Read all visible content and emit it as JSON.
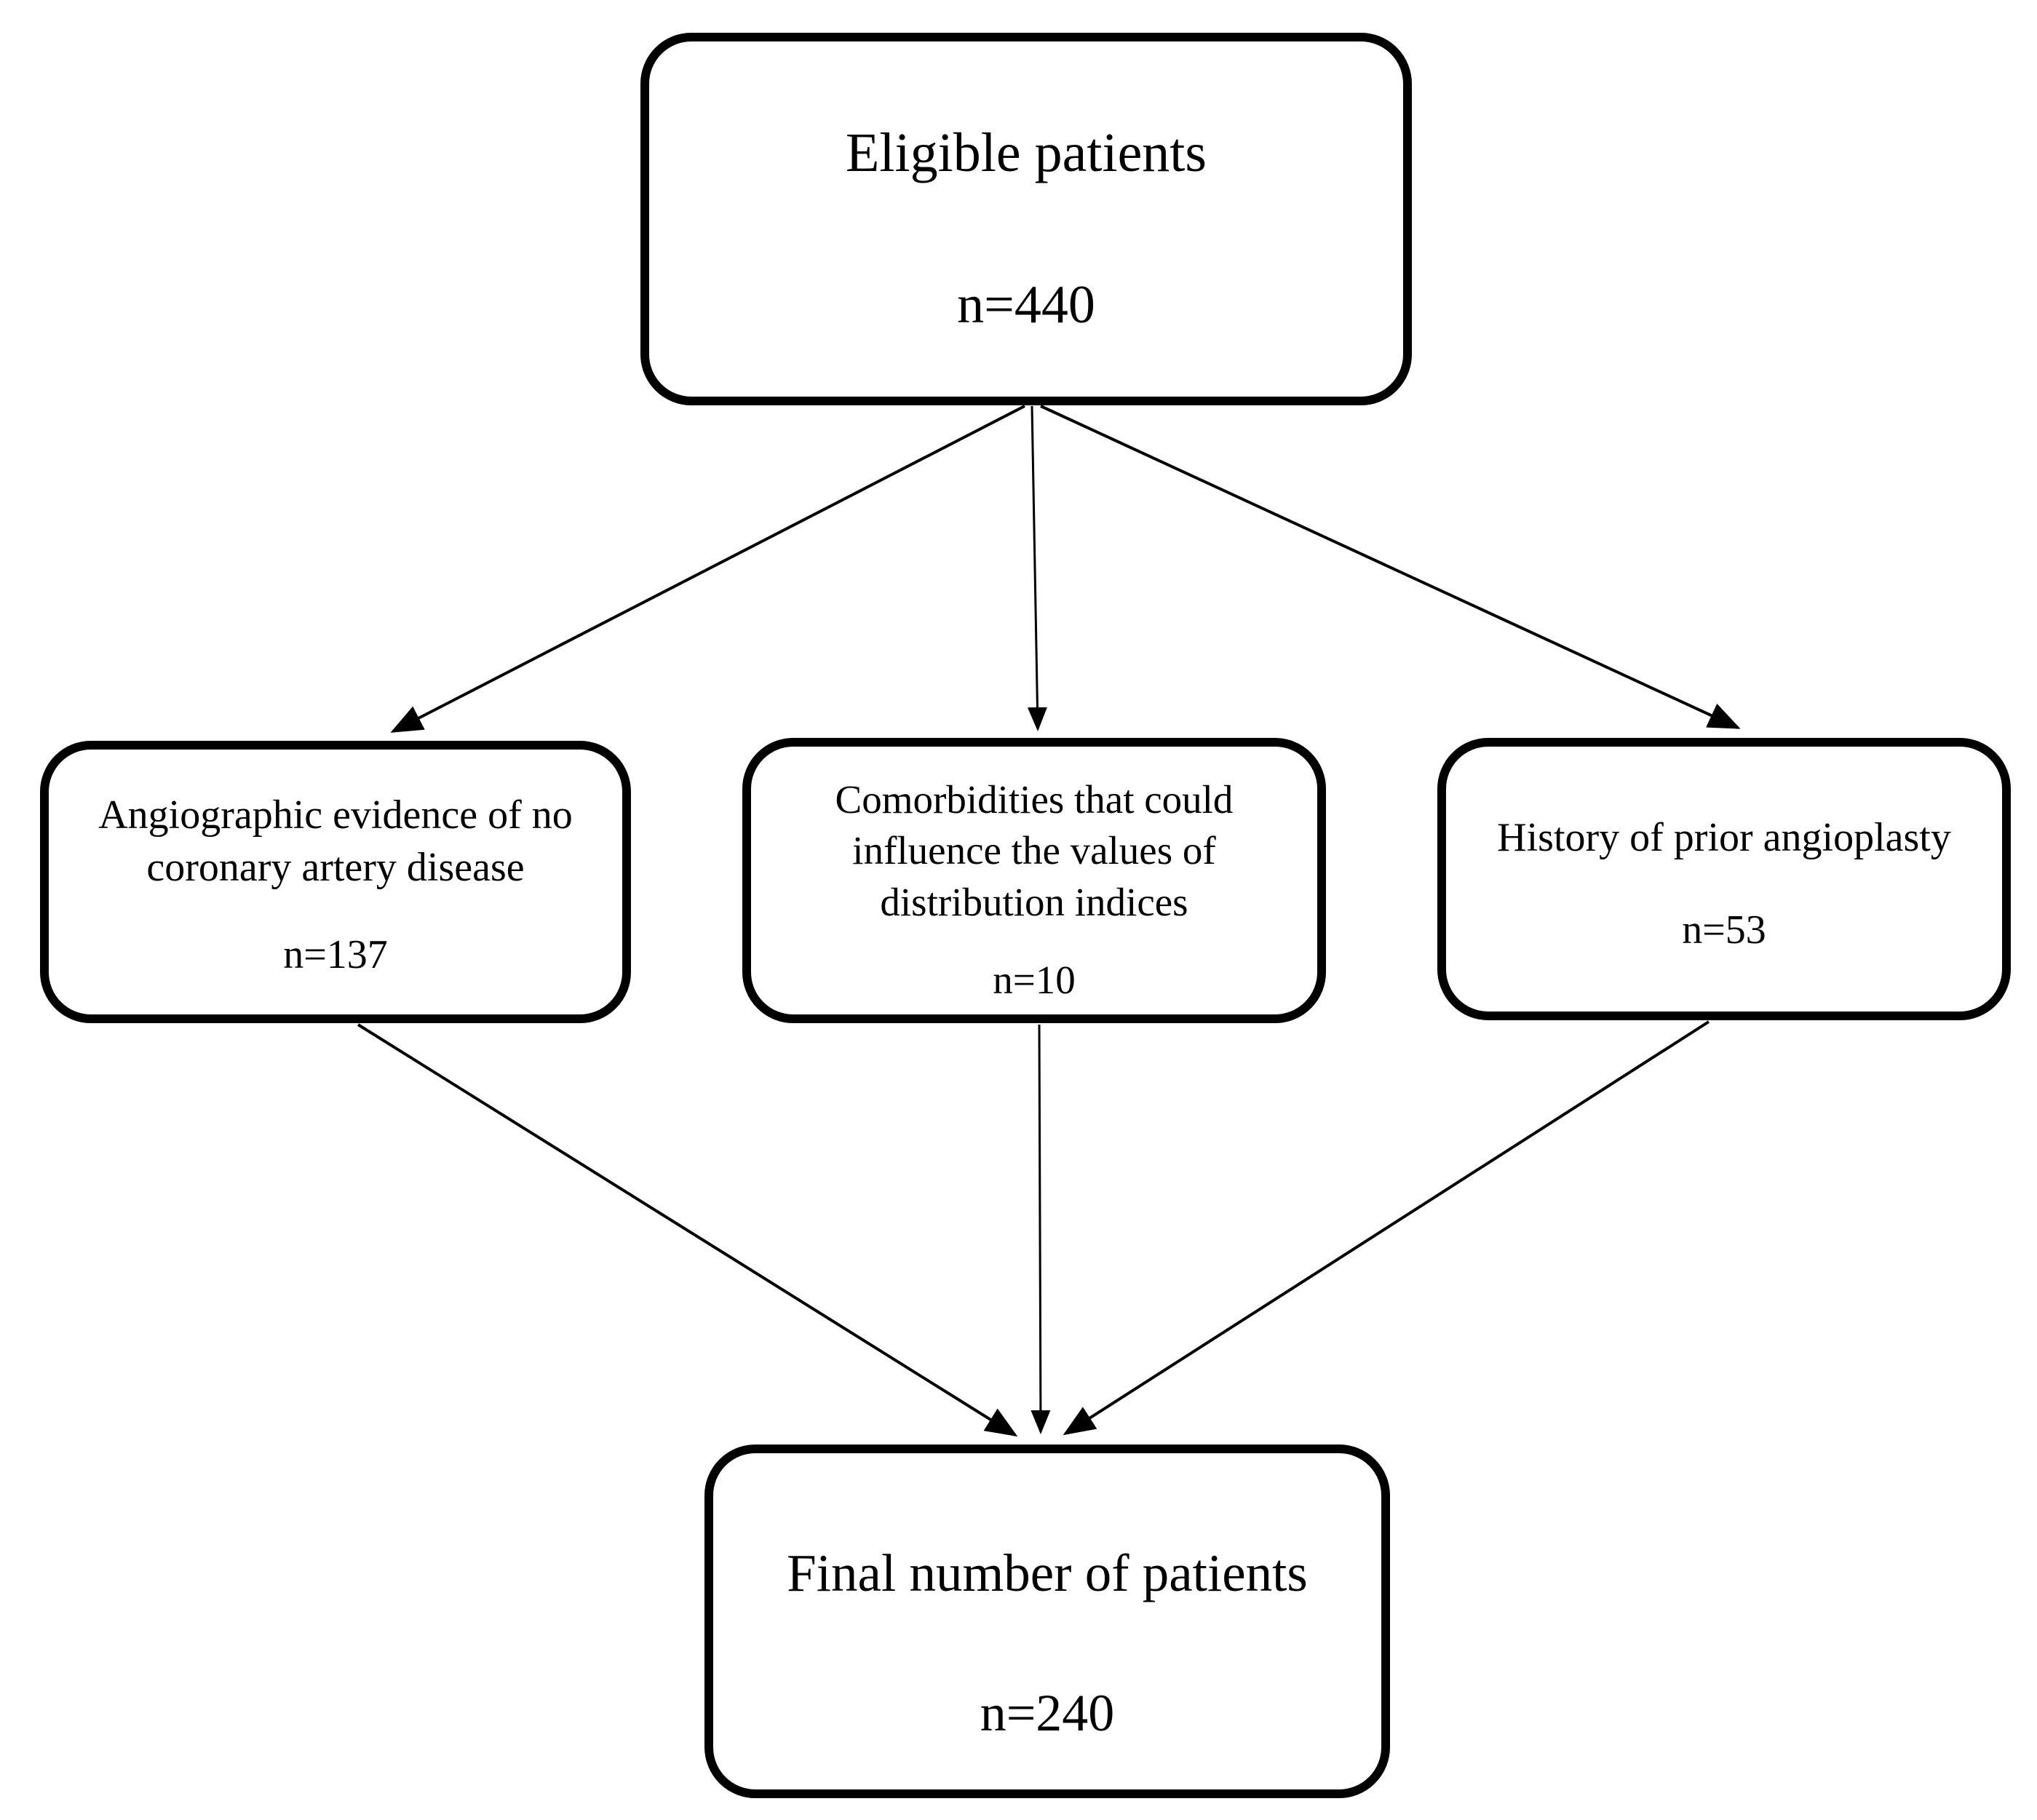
{
  "diagram": {
    "type": "flowchart",
    "background_color": "#ffffff",
    "line_color": "#000000",
    "box_border_color": "#000000",
    "nodes": {
      "eligible": {
        "label": "Eligible patients",
        "count": "n=440"
      },
      "angiographic": {
        "label": "Angiographic evidence of no coronary artery disease",
        "count": "n=137"
      },
      "comorbidities": {
        "label": "Comorbidities that could influence the values of distribution indices",
        "count": "n=10"
      },
      "angioplasty": {
        "label": "History of prior angioplasty",
        "count": "n=53"
      },
      "final": {
        "label": "Final number of patients",
        "count": "n=240"
      }
    },
    "edges": [
      {
        "from": "eligible",
        "to": "angiographic"
      },
      {
        "from": "eligible",
        "to": "comorbidities"
      },
      {
        "from": "eligible",
        "to": "angioplasty"
      },
      {
        "from": "angiographic",
        "to": "final"
      },
      {
        "from": "comorbidities",
        "to": "final"
      },
      {
        "from": "angioplasty",
        "to": "final"
      }
    ]
  }
}
